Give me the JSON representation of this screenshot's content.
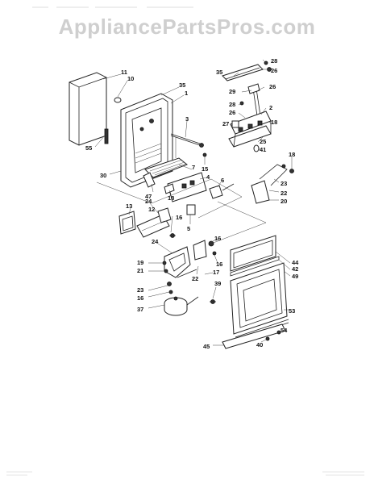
{
  "watermark": "AppliancePartsPros.com",
  "callouts": [
    {
      "id": "c11a",
      "text": "11"
    },
    {
      "id": "c10",
      "text": "10"
    },
    {
      "id": "c35a",
      "text": "35"
    },
    {
      "id": "c1",
      "text": "1"
    },
    {
      "id": "c3",
      "text": "3"
    },
    {
      "id": "c55",
      "text": "55"
    },
    {
      "id": "c15",
      "text": "15"
    },
    {
      "id": "c30",
      "text": "30"
    },
    {
      "id": "c7",
      "text": "7"
    },
    {
      "id": "c4",
      "text": "4"
    },
    {
      "id": "c6",
      "text": "6"
    },
    {
      "id": "c47",
      "text": "47"
    },
    {
      "id": "c18a",
      "text": "18"
    },
    {
      "id": "c5",
      "text": "5"
    },
    {
      "id": "c13",
      "text": "13"
    },
    {
      "id": "c24a",
      "text": "24"
    },
    {
      "id": "c12",
      "text": "12"
    },
    {
      "id": "c16a",
      "text": "16"
    },
    {
      "id": "c28a",
      "text": "28"
    },
    {
      "id": "c26a",
      "text": "26"
    },
    {
      "id": "c35b",
      "text": "35"
    },
    {
      "id": "c26b",
      "text": "26"
    },
    {
      "id": "c29",
      "text": "29"
    },
    {
      "id": "c28b",
      "text": "28"
    },
    {
      "id": "c2",
      "text": "2"
    },
    {
      "id": "c26c",
      "text": "26"
    },
    {
      "id": "c27",
      "text": "27"
    },
    {
      "id": "c18b",
      "text": "18"
    },
    {
      "id": "c25",
      "text": "25"
    },
    {
      "id": "c41",
      "text": "41"
    },
    {
      "id": "c18c",
      "text": "18"
    },
    {
      "id": "c23a",
      "text": "23"
    },
    {
      "id": "c22a",
      "text": "22"
    },
    {
      "id": "c20",
      "text": "20"
    },
    {
      "id": "c24b",
      "text": "24"
    },
    {
      "id": "c19",
      "text": "19"
    },
    {
      "id": "c21",
      "text": "21"
    },
    {
      "id": "c16b",
      "text": "16"
    },
    {
      "id": "c22b",
      "text": "22"
    },
    {
      "id": "c17",
      "text": "17"
    },
    {
      "id": "c23b",
      "text": "23"
    },
    {
      "id": "c16c",
      "text": "16"
    },
    {
      "id": "c39",
      "text": "39"
    },
    {
      "id": "c37",
      "text": "37"
    },
    {
      "id": "c16d",
      "text": "16"
    },
    {
      "id": "c44",
      "text": "44"
    },
    {
      "id": "c42",
      "text": "42"
    },
    {
      "id": "c49",
      "text": "49"
    },
    {
      "id": "c53",
      "text": "53"
    },
    {
      "id": "c54",
      "text": "54"
    },
    {
      "id": "c45",
      "text": "45"
    },
    {
      "id": "c40",
      "text": "40"
    }
  ]
}
